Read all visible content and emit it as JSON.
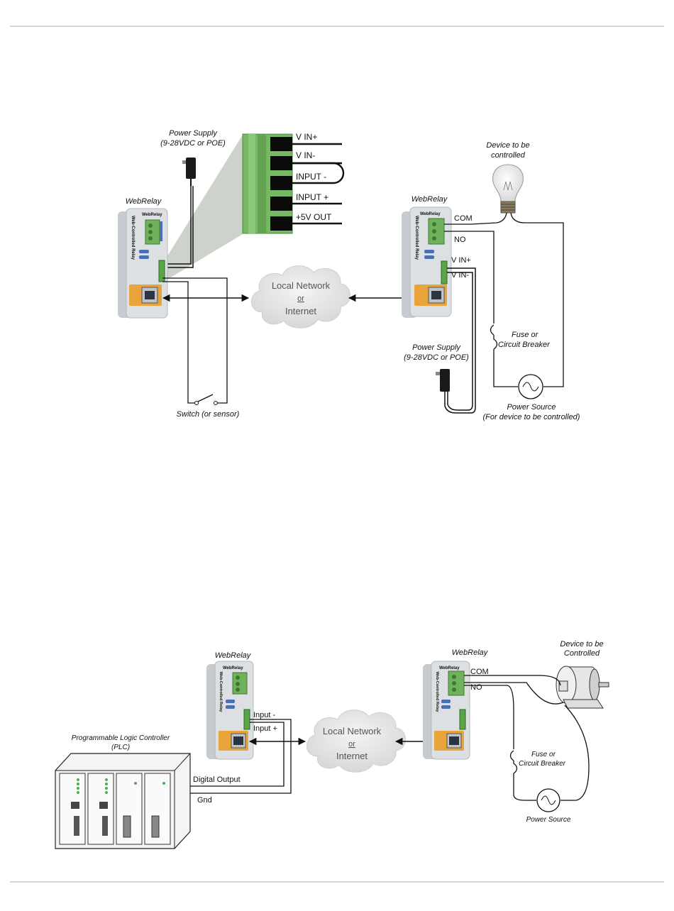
{
  "diagram1": {
    "power_supply_left": {
      "line1": "Power Supply",
      "line2": "(9-28VDC or POE)"
    },
    "webrelay_left_label": "WebRelay",
    "webrelay_right_label": "WebRelay",
    "terminal_labels": [
      "V IN+",
      "V IN-",
      "INPUT -",
      "INPUT +",
      "+5V OUT"
    ],
    "cloud": {
      "line1": "Local Network",
      "line2": "or",
      "line3": "Internet"
    },
    "switch_label": "Switch (or sensor)",
    "device": {
      "line1": "Device to be",
      "line2": "controlled"
    },
    "com_label": "COM",
    "no_label": "NO",
    "vin_plus": "V IN+",
    "vin_minus": "V IN-",
    "fuse": {
      "line1": "Fuse or",
      "line2": "Circuit Breaker"
    },
    "power_supply_right": {
      "line1": "Power Supply",
      "line2": "(9-28VDC or POE)"
    },
    "power_source": {
      "line1": "Power Source",
      "line2": "(For device to be controlled)"
    }
  },
  "diagram2": {
    "webrelay_left_label": "WebRelay",
    "webrelay_right_label": "WebRelay",
    "device": {
      "line1": "Device to be",
      "line2": "Controlled"
    },
    "com_label": "COM",
    "no_label": "NO",
    "input_minus": "Input -",
    "input_plus": "Input +",
    "cloud": {
      "line1": "Local Network",
      "line2": "or",
      "line3": "Internet"
    },
    "plc": {
      "line1": "Programmable Logic Controller",
      "line2": "(PLC)"
    },
    "digital_output": "Digital Output",
    "gnd": "Gnd",
    "fuse": {
      "line1": "Fuse or",
      "line2": "Circuit Breaker"
    },
    "power_source": "Power Source"
  },
  "device_branding": {
    "logo": "WebRelay",
    "side_text": "Web-Controlled Relay"
  },
  "colors": {
    "terminal_green": "#6db35a",
    "device_grey": "#d9dcdf",
    "jack_orange": "#e8a33a",
    "cloud_grey": "#e6e6e6"
  }
}
